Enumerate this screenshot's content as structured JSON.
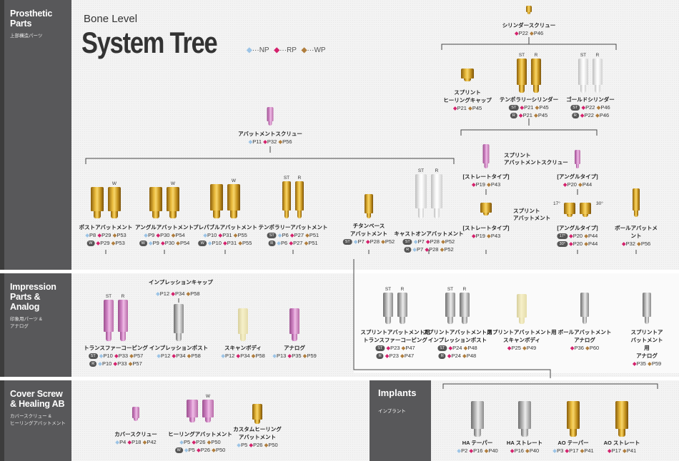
{
  "header": {
    "subtitle": "Bone Level",
    "title": "System Tree",
    "legend": [
      {
        "key": "np",
        "label": "···NP",
        "color": "#9cc4e6"
      },
      {
        "key": "rp",
        "label": "···RP",
        "color": "#d4216c"
      },
      {
        "key": "wp",
        "label": "···WP",
        "color": "#b07d3c"
      }
    ]
  },
  "sections": {
    "prosthetic": {
      "title": "Prosthetic\nParts",
      "subtitle": "上部構造パーツ"
    },
    "impression": {
      "title": "Impression\nParts &\nAnalog",
      "subtitle": "印象用パーツ &\nアナログ"
    },
    "cover": {
      "title": "Cover Screw\n& Healing AB",
      "subtitle": "カバースクリュー &\nヒーリングアバットメント"
    },
    "implants": {
      "title": "Implants",
      "subtitle": "インプラント"
    }
  },
  "floating_labels": {
    "splint_screw": "スプリント\nアバットメントスクリュー",
    "splint_abutment": "スプリント\nアバットメント",
    "impression_cap": "インプレッションキャップ",
    "impression_cap_refs": {
      "np": "P12",
      "rp": "P34",
      "wp": "P58"
    },
    "angle_17": "17°",
    "angle_30": "30°"
  },
  "nodes": [
    {
      "id": "cylinder-screw",
      "name": "シリンダースクリュー",
      "color": "gold",
      "parts": [
        ""
      ],
      "refs": [
        {
          "rp": "P22",
          "wp": "P46"
        }
      ]
    },
    {
      "id": "splint-healing-cap",
      "name": "スプリント\nヒーリングキャップ",
      "color": "gold",
      "parts": [
        ""
      ],
      "refs": [
        {
          "rp": "P21",
          "wp": "P45"
        }
      ]
    },
    {
      "id": "temporary-cylinder",
      "name": "テンポラリーシリンダー",
      "color": "gold",
      "parts": [
        "ST",
        "R"
      ],
      "refs": [
        {
          "badge": "ST",
          "rp": "P21",
          "wp": "P45"
        },
        {
          "badge": "R",
          "rp": "P21",
          "wp": "P45"
        }
      ]
    },
    {
      "id": "gold-cylinder",
      "name": "ゴールドシリンダー",
      "color": "white",
      "parts": [
        "ST",
        "R"
      ],
      "refs": [
        {
          "badge": "ST",
          "rp": "P22",
          "wp": "P46"
        },
        {
          "badge": "R",
          "rp": "P22",
          "wp": "P46"
        }
      ]
    },
    {
      "id": "abutment-screw",
      "name": "アバットメントスクリュー",
      "color": "pink",
      "parts": [
        ""
      ],
      "refs": [
        {
          "np": "P11",
          "rp": "P32",
          "wp": "P56"
        }
      ]
    },
    {
      "id": "post-abutment",
      "name": "ポストアバットメント",
      "color": "gold",
      "parts": [
        "",
        "W"
      ],
      "refs": [
        {
          "np": "P8",
          "rp": "P29",
          "wp": "P53"
        },
        {
          "badge": "W",
          "rp": "P29",
          "wp": "P53"
        }
      ]
    },
    {
      "id": "angle-abutment",
      "name": "アングルアバットメント",
      "color": "gold",
      "parts": [
        "",
        "W"
      ],
      "refs": [
        {
          "np": "P9",
          "rp": "P30",
          "wp": "P54"
        },
        {
          "badge": "W",
          "np": "P9",
          "rp": "P30",
          "wp": "P54"
        }
      ]
    },
    {
      "id": "preparable-abutment",
      "name": "プレパブルアバットメント",
      "color": "gold",
      "parts": [
        "",
        "W"
      ],
      "refs": [
        {
          "np": "P10",
          "rp": "P31",
          "wp": "P55"
        },
        {
          "badge": "W",
          "np": "P10",
          "rp": "P31",
          "wp": "P55"
        }
      ]
    },
    {
      "id": "temporary-abutment",
      "name": "テンポラリーアバットメント",
      "color": "gold",
      "parts": [
        "ST",
        "R"
      ],
      "refs": [
        {
          "badge": "ST",
          "np": "P6",
          "rp": "P27",
          "wp": "P51"
        },
        {
          "badge": "R",
          "np": "P6",
          "rp": "P27",
          "wp": "P51"
        }
      ]
    },
    {
      "id": "titanium-base-abutment",
      "name": "チタンベース\nアバットメント",
      "color": "gold",
      "parts": [
        ""
      ],
      "refs": [
        {
          "badge": "ST",
          "np": "P7",
          "rp": "P28",
          "wp": "P52"
        }
      ]
    },
    {
      "id": "cast-on-abutment",
      "name": "キャストオンアバットメント",
      "color": "white",
      "parts": [
        "ST",
        "R"
      ],
      "refs": [
        {
          "badge": "ST",
          "np": "P7",
          "rp": "P28",
          "wp": "P52"
        },
        {
          "badge": "R",
          "np": "P7",
          "rp": "P28",
          "wp": "P52"
        }
      ]
    },
    {
      "id": "splint-screw-straight",
      "name": "[ストレートタイプ]",
      "color": "pink",
      "parts": [
        ""
      ],
      "refs": [
        {
          "rp": "P19",
          "wp": "P43"
        }
      ]
    },
    {
      "id": "splint-screw-angle",
      "name": "[アングルタイプ]",
      "color": "pink",
      "parts": [
        ""
      ],
      "refs": [
        {
          "rp": "P20",
          "wp": "P44"
        }
      ]
    },
    {
      "id": "splint-abutment-straight",
      "name": "[ストレートタイプ]",
      "color": "gold",
      "parts": [
        ""
      ],
      "refs": [
        {
          "rp": "P19",
          "wp": "P43"
        }
      ]
    },
    {
      "id": "splint-abutment-angle",
      "name": "[アングルタイプ]",
      "color": "gold",
      "parts": [
        "",
        ""
      ],
      "refs": [
        {
          "badge": "17°",
          "rp": "P20",
          "wp": "P44"
        },
        {
          "badge": "30°",
          "rp": "P20",
          "wp": "P44"
        }
      ]
    },
    {
      "id": "ball-abutment",
      "name": "ボールアバットメント",
      "color": "gold",
      "parts": [
        ""
      ],
      "refs": [
        {
          "rp": "P32",
          "wp": "P56"
        }
      ]
    },
    {
      "id": "transfer-coping",
      "name": "トランスファーコーピング",
      "color": "pink",
      "parts": [
        "ST",
        "R"
      ],
      "refs": [
        {
          "badge": "ST",
          "np": "P10",
          "rp": "P33",
          "wp": "P57"
        },
        {
          "badge": "R",
          "np": "P10",
          "rp": "P33",
          "wp": "P57"
        }
      ]
    },
    {
      "id": "impression-post",
      "name": "インプレッションポスト",
      "color": "silver",
      "parts": [
        ""
      ],
      "refs": [
        {
          "np": "P12",
          "rp": "P34",
          "wp": "P58"
        }
      ]
    },
    {
      "id": "scan-body",
      "name": "スキャンボディ",
      "color": "cream",
      "parts": [
        ""
      ],
      "refs": [
        {
          "np": "P12",
          "rp": "P34",
          "wp": "P58"
        }
      ]
    },
    {
      "id": "analog",
      "name": "アナログ",
      "color": "pink",
      "parts": [
        ""
      ],
      "refs": [
        {
          "np": "P13",
          "rp": "P35",
          "wp": "P59"
        }
      ]
    },
    {
      "id": "splint-transfer-coping",
      "name": "スプリントアバットメント用\nトランスファーコーピング",
      "color": "silver",
      "parts": [
        "ST",
        "R"
      ],
      "refs": [
        {
          "badge": "ST",
          "rp": "P23",
          "wp": "P47"
        },
        {
          "badge": "R",
          "rp": "P23",
          "wp": "P47"
        }
      ]
    },
    {
      "id": "splint-impression-post",
      "name": "スプリントアバットメント用\nインプレッションポスト",
      "color": "silver",
      "parts": [
        "ST",
        "R"
      ],
      "refs": [
        {
          "badge": "ST",
          "rp": "P24",
          "wp": "P48"
        },
        {
          "badge": "R",
          "rp": "P24",
          "wp": "P48"
        }
      ]
    },
    {
      "id": "splint-scan-body",
      "name": "スプリントアバットメント用\nスキャンボディ",
      "color": "cream",
      "parts": [
        ""
      ],
      "refs": [
        {
          "rp": "P25",
          "wp": "P49"
        }
      ]
    },
    {
      "id": "ball-abutment-analog",
      "name": "ボールアバットメント\nアナログ",
      "color": "silver",
      "parts": [
        ""
      ],
      "refs": [
        {
          "rp": "P36",
          "wp": "P60"
        }
      ]
    },
    {
      "id": "splint-analog",
      "name": "スプリントアバットメント用\nアナログ",
      "color": "silver",
      "parts": [
        ""
      ],
      "refs": [
        {
          "rp": "P35",
          "wp": "P59"
        }
      ]
    },
    {
      "id": "cover-screw",
      "name": "カバースクリュー",
      "color": "pink",
      "parts": [
        ""
      ],
      "refs": [
        {
          "np": "P4",
          "rp": "P18",
          "wp": "P42"
        }
      ]
    },
    {
      "id": "healing-abutment",
      "name": "ヒーリングアバットメント",
      "color": "pink",
      "parts": [
        "",
        "W"
      ],
      "refs": [
        {
          "np": "P5",
          "rp": "P26",
          "wp": "P50"
        },
        {
          "badge": "W",
          "np": "P5",
          "rp": "P26",
          "wp": "P50"
        }
      ]
    },
    {
      "id": "custom-healing-abutment",
      "name": "カスタムヒーリング\nアバットメント",
      "color": "gold",
      "parts": [
        ""
      ],
      "refs": [
        {
          "np": "P5",
          "rp": "P26",
          "wp": "P50"
        }
      ]
    },
    {
      "id": "ha-taper",
      "name": "HA テーパー",
      "color": "silver",
      "parts": [
        ""
      ],
      "refs": [
        {
          "np": "P2",
          "rp": "P16",
          "wp": "P40"
        }
      ]
    },
    {
      "id": "ha-straight",
      "name": "HA ストレート",
      "color": "silver",
      "parts": [
        ""
      ],
      "refs": [
        {
          "rp": "P16",
          "wp": "P40"
        }
      ]
    },
    {
      "id": "ao-taper",
      "name": "AO テーパー",
      "color": "gold",
      "parts": [
        ""
      ],
      "refs": [
        {
          "np": "P3",
          "rp": "P17",
          "wp": "P41"
        }
      ]
    },
    {
      "id": "ao-straight",
      "name": "AO ストレート",
      "color": "gold",
      "parts": [
        ""
      ],
      "refs": [
        {
          "rp": "P17",
          "wp": "P41"
        }
      ]
    }
  ]
}
